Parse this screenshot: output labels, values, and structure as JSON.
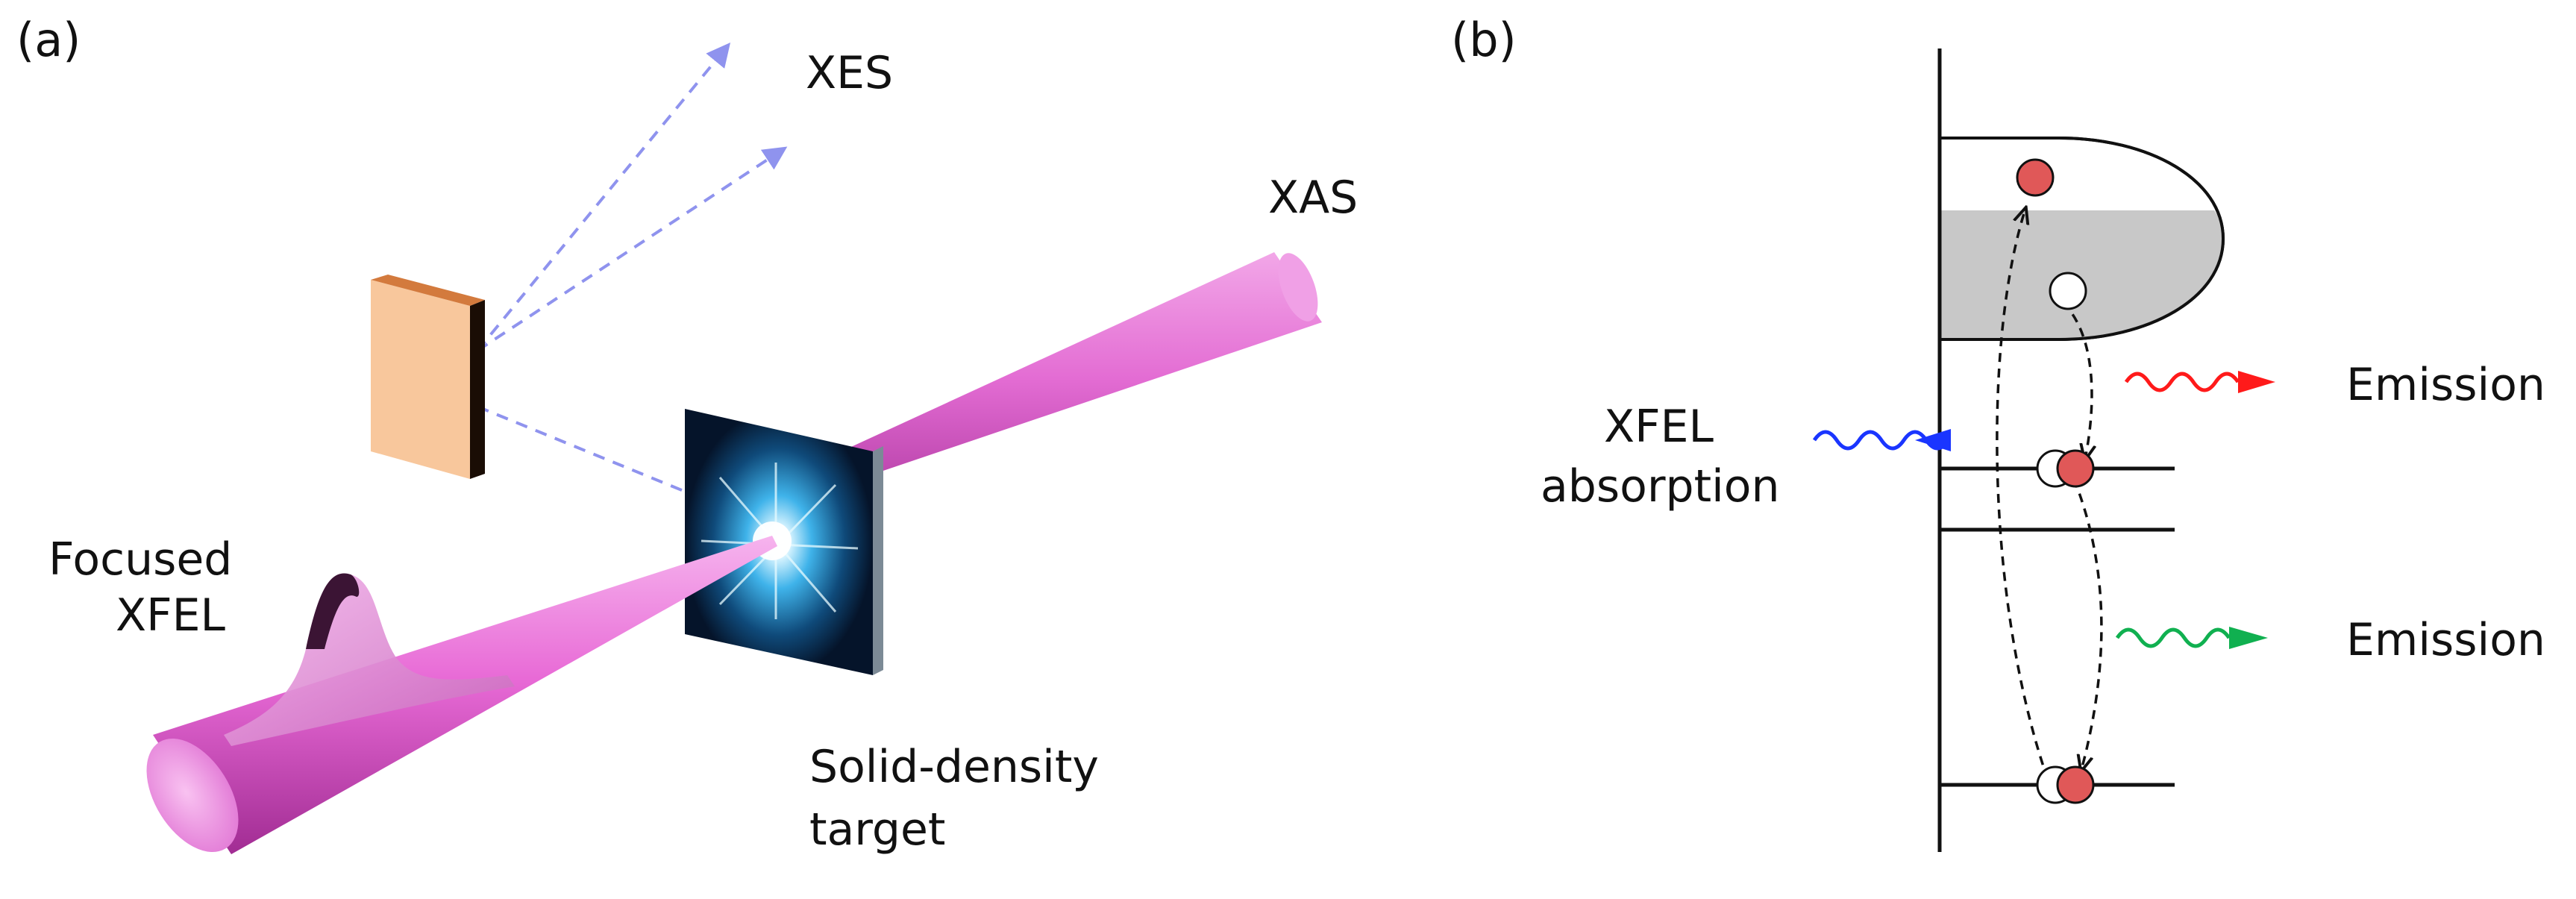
{
  "panel_a": {
    "label": "(a)",
    "xes_label": "XES",
    "xas_label": "XAS",
    "focused_label_line1": "Focused",
    "focused_label_line2": "XFEL",
    "target_label_line1": "Solid-density",
    "target_label_line2": "target"
  },
  "panel_b": {
    "label": "(b)",
    "absorption_label_line1": "XFEL",
    "absorption_label_line2": "absorption",
    "emission_top_label": "Emission",
    "emission_bottom_label": "Emission"
  },
  "colors": {
    "beam": "#e86ad6",
    "xes_rays": "#8f93ee",
    "detector_face": "#f8c79c",
    "detector_edge": "#b5561f",
    "absorption_arrow": "#1a35ff",
    "emission_top_arrow": "#ff1a1a",
    "emission_bottom_arrow": "#10b050",
    "electron": "#e05858",
    "band_fill": "#c8c8c8"
  }
}
